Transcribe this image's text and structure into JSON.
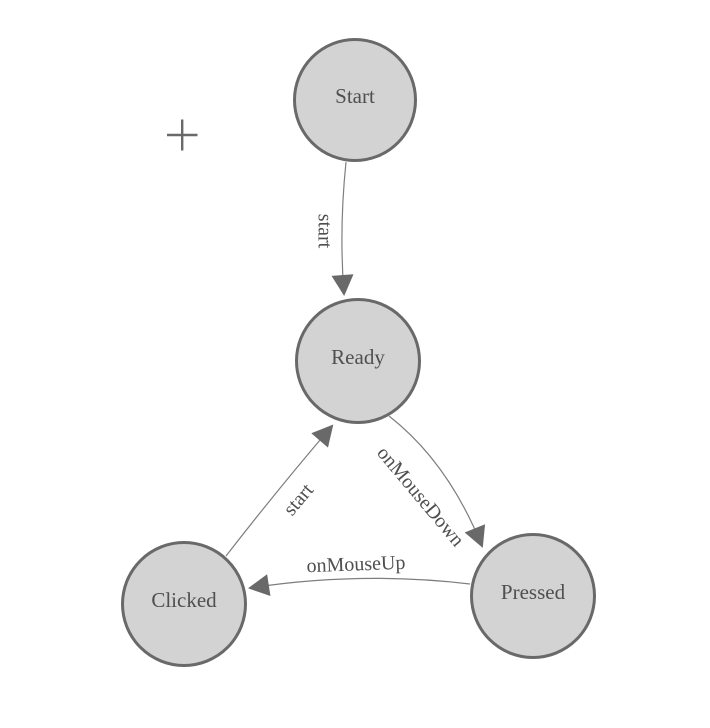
{
  "diagram": {
    "type": "state-machine-diagram",
    "nodes": [
      {
        "id": "start",
        "label": "Start"
      },
      {
        "id": "ready",
        "label": "Ready"
      },
      {
        "id": "clicked",
        "label": "Clicked"
      },
      {
        "id": "pressed",
        "label": "Pressed"
      }
    ],
    "edges": [
      {
        "from": "Start",
        "to": "Ready",
        "label": "start"
      },
      {
        "from": "Clicked",
        "to": "Ready",
        "label": "start"
      },
      {
        "from": "Ready",
        "to": "Pressed",
        "label": "onMouseDown"
      },
      {
        "from": "Pressed",
        "to": "Clicked",
        "label": "onMouseUp"
      }
    ],
    "icons": [
      {
        "name": "crosshair-cursor-icon",
        "glyph": "+"
      }
    ],
    "colors": {
      "background": "#ffffff",
      "node_fill": "#d3d3d3",
      "node_border": "#696969",
      "edge_line": "#7e7e7e",
      "arrowhead": "#696969",
      "label_text": "#4f4f4f",
      "crosshair": "#696969"
    }
  }
}
